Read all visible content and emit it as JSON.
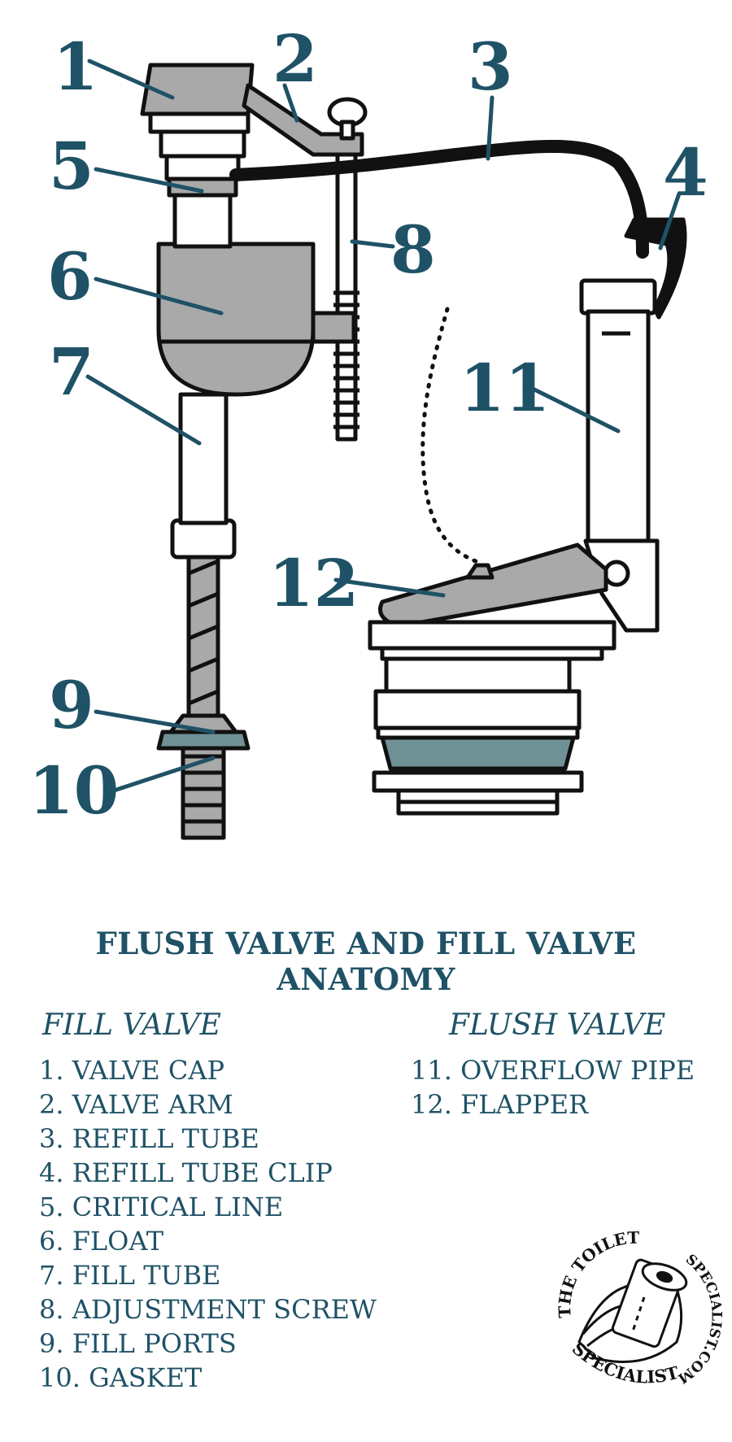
{
  "colors": {
    "accent": "#1f5266",
    "part_gray": "#a9a9a9",
    "gasket_teal": "#6f9196"
  },
  "callouts": [
    "1",
    "2",
    "3",
    "4",
    "5",
    "6",
    "7",
    "8",
    "9",
    "10",
    "11",
    "12"
  ],
  "title_line1": "FLUSH VALVE AND FILL VALVE",
  "title_line2": "ANATOMY",
  "fill_valve": {
    "heading": "FILL VALVE",
    "items": [
      "1. VALVE CAP",
      "2. VALVE ARM",
      "3. REFILL TUBE",
      "4. REFILL TUBE CLIP",
      "5. CRITICAL LINE",
      "6. FLOAT",
      "7. FILL TUBE",
      "8. ADJUSTMENT SCREW",
      "9. FILL PORTS",
      "10. GASKET"
    ]
  },
  "flush_valve": {
    "heading": "FLUSH VALVE",
    "items": [
      "11. OVERFLOW PIPE",
      "12. FLAPPER"
    ]
  },
  "logo": {
    "top_text": "THE TOILET",
    "right_text": "SPECIALIST.COM",
    "bottom_text": "SPECIALIST"
  }
}
